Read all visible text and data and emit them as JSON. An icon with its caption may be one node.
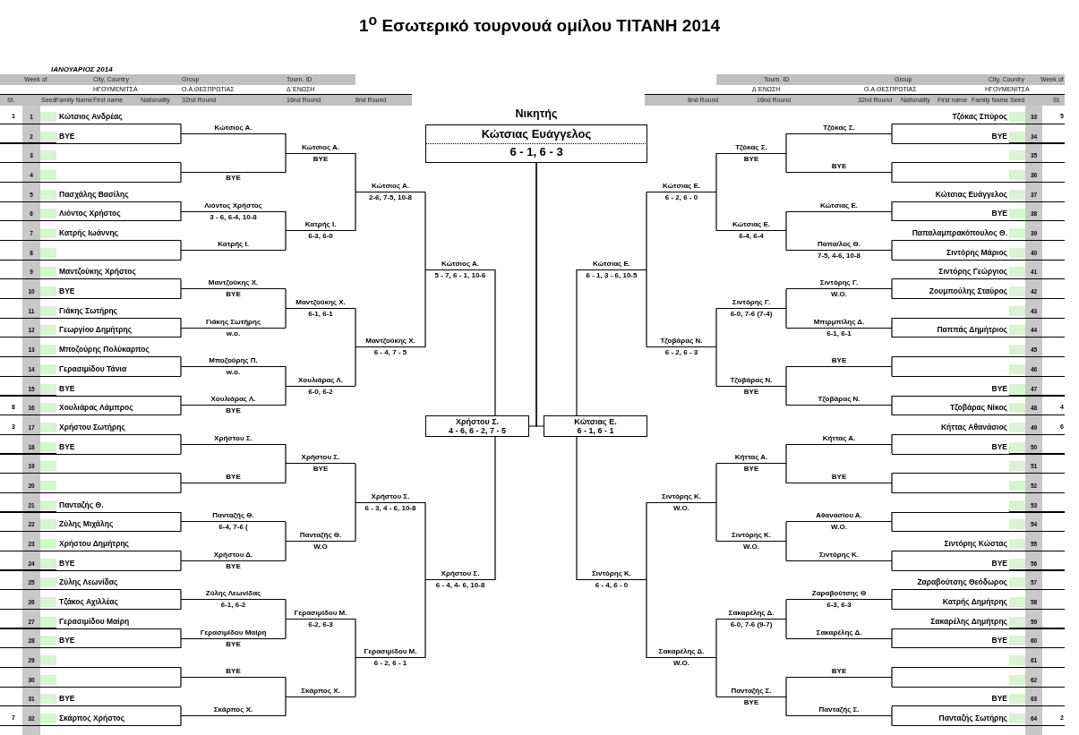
{
  "diagram": {
    "title": "1$^{o}$ Εσωτερικό τουρνουά ομίλου ΤΙΤΑΝΗ 2014",
    "nodes": [
      {
        "text": [
          "Κώτσιος Ανδρέας"
        ],
        "beside": [
          "1",
          "1"
        ]
      },
      {
        "text": [
          "BYE"
        ],
        "beside": [
          "2"
        ]
      },
      {
        "text": [],
        "shape": "line",
        "beside": [
          "3"
        ]
      },
      {
        "text": [],
        "shape": "line",
        "beside": [
          "4"
        ]
      },
      {
        "text": [
          "Πασχάλης Βασίλης"
        ],
        "beside": [
          "5"
        ]
      },
      {
        "text": [
          "Λιόντος Χρήστος"
        ],
        "beside": [
          "6"
        ]
      },
      {
        "text": [
          "Κατρής Ιωάννης"
        ],
        "beside": [
          "7"
        ]
      },
      {
        "text": [],
        "shape": "line",
        "beside": [
          "8"
        ]
      },
      {
        "text": [
          "Μαντζούκης Χρήστος"
        ],
        "beside": [
          "9"
        ]
      },
      {
        "text": [
          "BYE"
        ],
        "beside": [
          "10"
        ]
      },
      {
        "text": [
          "Γιάκης Σωτήρης"
        ],
        "beside": [
          "11"
        ]
      },
      {
        "text": [
          "Γεωργίου Δημήτρης"
        ],
        "beside": [
          "12"
        ]
      },
      {
        "text": [
          "Μποζούρης Πολύκαρπος"
        ],
        "beside": [
          "13"
        ]
      },
      {
        "text": [
          "Γερασιμίδου Τάνια"
        ],
        "beside": [
          "14"
        ]
      },
      {
        "text": [
          "BYE"
        ],
        "beside": [
          "15"
        ]
      },
      {
        "text": [
          "Χουλιάρας Λάμπρος"
        ],
        "beside": [
          "8",
          "16"
        ]
      },
      {
        "text": [
          "Χρήστου Σωτήρης"
        ],
        "beside": [
          "3",
          "17"
        ]
      },
      {
        "text": [
          "BYE"
        ],
        "beside": [
          "18"
        ]
      },
      {
        "text": [],
        "shape": "line",
        "beside": [
          "19"
        ]
      },
      {
        "text": [],
        "shape": "line",
        "beside": [
          "20"
        ]
      },
      {
        "text": [
          "Πανταζής Θ."
        ],
        "beside": [
          "21"
        ]
      },
      {
        "text": [
          "Ζύλης Μιχάλης"
        ],
        "beside": [
          "22"
        ]
      },
      {
        "text": [
          "Χρήστου Δημήτρης"
        ],
        "beside": [
          "23"
        ]
      },
      {
        "text": [
          "BYE"
        ],
        "beside": [
          "24"
        ]
      },
      {
        "text": [
          "Ζύλης Λεωνίδας"
        ],
        "beside": [
          "25"
        ]
      },
      {
        "text": [
          "Τζάκος Αχιλλέας"
        ],
        "beside": [
          "26"
        ]
      },
      {
        "text": [
          "Γερασιμίδου Μαίρη"
        ],
        "beside": [
          "27"
        ]
      },
      {
        "text": [
          "BYE"
        ],
        "beside": [
          "28"
        ]
      },
      {
        "text": [],
        "shape": "line",
        "beside": [
          "29"
        ]
      },
      {
        "text": [],
        "shape": "line",
        "beside": [
          "30"
        ]
      },
      {
        "text": [
          "BYE"
        ],
        "beside": [
          "31"
        ]
      },
      {
        "text": [
          "Σκάρπος Χρήστος"
        ],
        "beside": [
          "7",
          "32"
        ]
      },
      {
        "text": [
          "Κώτσιος Α."
        ]
      },
      {
        "text": [
          "BYE"
        ]
      },
      {
        "text": [
          "Λιόντος Χρήστος",
          "3 - 6, 6-4, 10-8"
        ]
      },
      {
        "text": [
          "Κατρής Ι."
        ]
      },
      {
        "text": [
          "Μαντζούκης Χ.",
          "BYE"
        ]
      },
      {
        "text": [
          "Γιάκης Σωτήρης",
          "w.o."
        ]
      },
      {
        "text": [
          "Μποζούρης Π.",
          "w.o."
        ]
      },
      {
        "text": [
          "Χουλιάρας Λ.",
          "BYE"
        ]
      },
      {
        "text": [
          "Χρήστου Σ."
        ]
      },
      {
        "text": [
          "BYE"
        ]
      },
      {
        "text": [
          "Πανταζής Θ.",
          "6-4, 7-6 ("
        ]
      },
      {
        "text": [
          "Χρήστου Δ.",
          "BYE"
        ]
      },
      {
        "text": [
          "Ζύλης Λεωνίδας",
          "6-1, 6-2"
        ]
      },
      {
        "text": [
          "Γερασιμίδου Μαίρη",
          "BYE"
        ]
      },
      {
        "text": [
          "BYE"
        ]
      },
      {
        "text": [
          "Σκάρπος Χ."
        ]
      },
      {
        "text": [
          "Κώτσιος Α.",
          "BYE"
        ]
      },
      {
        "text": [
          "Κατρής Ι.",
          "6-3, 6-0"
        ]
      },
      {
        "text": [
          "Μαντζούκης Χ.",
          "6-1, 6-1"
        ]
      },
      {
        "text": [
          "Χουλιάρας Λ.",
          "6-0, 6-2"
        ]
      },
      {
        "text": [
          "Χρήστου Σ.",
          "BYE"
        ]
      },
      {
        "text": [
          "Πανταζής Θ.",
          "W.O"
        ]
      },
      {
        "text": [
          "Γερασιμίδου Μ.",
          "6-2, 6-3"
        ]
      },
      {
        "text": [
          "Σκάρπος Χ."
        ]
      },
      {
        "text": [
          "Κώτσιος Α.",
          "2-6, 7-5, 10-8"
        ]
      },
      {
        "text": [
          "Μαντζούκης Χ.",
          "6 - 4, 7 - 5"
        ]
      },
      {
        "text": [
          "Χρήστου Σ.",
          "6 - 3, 4 - 6, 10-8"
        ]
      },
      {
        "text": [
          "Γερασιμίδου Μ.",
          "6 - 2, 6 - 1"
        ]
      },
      {
        "text": [
          "Κώτσιος Α.",
          "5 - 7, 6 - 1, 10-6"
        ]
      },
      {
        "text": [
          "Χρήστου Σ.",
          "6 - 4, 4- 6, 10-8"
        ]
      },
      {
        "text": [
          "Χρήστου Σ.",
          "4 - 6, 6 - 2, 7 - 5"
        ]
      },
      {
        "text": [
          "Νικητής",
          "Κώτσιας Ευάγγελος",
          "6 - 1, 6 - 3"
        ]
      },
      {
        "text": [
          "Κώτσιας Ε.",
          "6 - 1, 6 - 1"
        ]
      },
      {
        "text": [
          "Κώτσιας Ε.",
          "6 - 1, 3 - 6, 10-5"
        ]
      },
      {
        "text": [
          "Σιντόρης Κ.",
          "6 - 4, 6 - 0"
        ]
      },
      {
        "text": [
          "Κώτσιας Ε.",
          "6 - 2, 6 - 0"
        ]
      },
      {
        "text": [
          "Τζοβάρας Ν.",
          "6 - 2, 6 - 3"
        ]
      },
      {
        "text": [
          "Σιντόρης Κ.",
          "W.O."
        ]
      },
      {
        "text": [
          "Σακαρέλης Δ.",
          "W.O."
        ]
      },
      {
        "text": [
          "Τζόκας Σ.",
          "BYE"
        ]
      },
      {
        "text": [
          "Κώτσιας Ε.",
          "6-4, 6-4"
        ]
      },
      {
        "text": [
          "Σιντόρης Γ.",
          "6-0, 7-6 (7-4)"
        ]
      },
      {
        "text": [
          "Τζοβάρας Ν.",
          "BYE"
        ]
      },
      {
        "text": [
          "Κήττας Α.",
          "BYE"
        ]
      },
      {
        "text": [
          "Σιντόρης Κ.",
          "W.O."
        ]
      },
      {
        "text": [
          "Σακαρέλης Δ.",
          "6-0, 7-6 (9-7)"
        ]
      },
      {
        "text": [
          "Πανταζής Σ.",
          "BYE"
        ]
      },
      {
        "text": [
          "Τζόκας Σ."
        ]
      },
      {
        "text": [
          "BYE"
        ]
      },
      {
        "text": [
          "Κώτσιας Ε."
        ]
      },
      {
        "text": [
          "Παπα/λος Θ.",
          "7-5, 4-6, 10-8"
        ]
      },
      {
        "text": [
          "Σιντόρης Γ.",
          "W.O."
        ]
      },
      {
        "text": [
          "Μπιρμπίλης Δ.",
          "6-1, 6-1"
        ]
      },
      {
        "text": [
          "BYE"
        ]
      },
      {
        "text": [
          "Τζοβάρας Ν."
        ]
      },
      {
        "text": [
          "Κήττας Α."
        ]
      },
      {
        "text": [
          "BYE"
        ]
      },
      {
        "text": [
          "Αθανασίου Α.",
          "W.O."
        ]
      },
      {
        "text": [
          "Σιντόρης Κ."
        ]
      },
      {
        "text": [
          "Ζαραβούτσης Θ",
          "6-3, 6-3"
        ]
      },
      {
        "text": [
          "Σακαρέλης Δ."
        ]
      },
      {
        "text": [
          "BYE"
        ]
      },
      {
        "text": [
          "Πανταζής Σ."
        ]
      },
      {
        "text": [
          "Τζόκας Σπύρος"
        ],
        "beside": [
          "33",
          "5"
        ]
      },
      {
        "text": [
          "BYE"
        ],
        "beside": [
          "34"
        ]
      },
      {
        "text": [],
        "shape": "line",
        "beside": [
          "35"
        ]
      },
      {
        "text": [],
        "shape": "line",
        "beside": [
          "36"
        ]
      },
      {
        "text": [
          "Κώτσιας Ευάγγελος"
        ],
        "beside": [
          "37"
        ]
      },
      {
        "text": [
          "BYE"
        ],
        "beside": [
          "38"
        ]
      },
      {
        "text": [
          "Παπαλαμπρακόπουλος Θ."
        ],
        "beside": [
          "39"
        ]
      },
      {
        "text": [
          "Σιντόρης Μάριος"
        ],
        "beside": [
          "40"
        ]
      },
      {
        "text": [
          "Σιντόρης Γεώργιος"
        ],
        "beside": [
          "41"
        ]
      },
      {
        "text": [
          "Ζουμπούλης Σταύρος"
        ],
        "beside": [
          "42"
        ]
      },
      {
        "text": [],
        "shape": "line",
        "beside": [
          "43"
        ]
      },
      {
        "text": [
          "Παππάς Δημήτριος"
        ],
        "beside": [
          "44"
        ]
      },
      {
        "text": [],
        "shape": "line",
        "beside": [
          "45"
        ]
      },
      {
        "text": [],
        "shape": "line",
        "beside": [
          "46"
        ]
      },
      {
        "text": [
          "BYE"
        ],
        "beside": [
          "47"
        ]
      },
      {
        "text": [
          "Τζοβάρας Νίκος"
        ],
        "beside": [
          "48",
          "4"
        ]
      },
      {
        "text": [
          "Κήττας Αθανάσιος"
        ],
        "beside": [
          "49",
          "6"
        ]
      },
      {
        "text": [
          "BYE"
        ],
        "beside": [
          "50"
        ]
      },
      {
        "text": [],
        "shape": "line",
        "beside": [
          "51"
        ]
      },
      {
        "text": [],
        "shape": "line",
        "beside": [
          "52"
        ]
      },
      {
        "text": [],
        "shape": "line",
        "beside": [
          "53"
        ]
      },
      {
        "text": [],
        "shape": "line",
        "beside": [
          "54"
        ]
      },
      {
        "text": [
          "Σιντόρης Κώστας"
        ],
        "beside": [
          "55"
        ]
      },
      {
        "text": [
          "BYE"
        ],
        "beside": [
          "56"
        ]
      },
      {
        "text": [
          "Ζαραβούτσης Θεόδωρος"
        ],
        "beside": [
          "57"
        ]
      },
      {
        "text": [
          "Κατρής Δημήτρης"
        ],
        "beside": [
          "58"
        ]
      },
      {
        "text": [
          "Σακαρέλης Δημήτρης"
        ],
        "beside": [
          "59"
        ]
      },
      {
        "text": [
          "BYE"
        ],
        "beside": [
          "60"
        ]
      },
      {
        "text": [],
        "shape": "line",
        "beside": [
          "61"
        ]
      },
      {
        "text": [],
        "shape": "line",
        "beside": [
          "62"
        ]
      },
      {
        "text": [
          "BYE"
        ],
        "beside": [
          "63"
        ]
      },
      {
        "text": [
          "Πανταζής Σωτήρης"
        ],
        "beside": [
          "64",
          "2"
        ]
      }
    ],
    "edges": [
      {
        "from": 0,
        "to": 32,
        "arrow": "none"
      },
      {
        "from": 1,
        "to": 32,
        "arrow": "none"
      },
      {
        "from": 2,
        "to": 33,
        "arrow": "none"
      },
      {
        "from": 3,
        "to": 33,
        "arrow": "none"
      },
      {
        "from": 4,
        "to": 34,
        "arrow": "none"
      },
      {
        "from": 5,
        "to": 34,
        "arrow": "none"
      },
      {
        "from": 6,
        "to": 35,
        "arrow": "none"
      },
      {
        "from": 7,
        "to": 35,
        "arrow": "none"
      },
      {
        "from": 8,
        "to": 36,
        "arrow": "none"
      },
      {
        "from": 9,
        "to": 36,
        "arrow": "none"
      },
      {
        "from": 10,
        "to": 37,
        "arrow": "none"
      },
      {
        "from": 11,
        "to": 37,
        "arrow": "none"
      },
      {
        "from": 12,
        "to": 38,
        "arrow": "none"
      },
      {
        "from": 13,
        "to": 38,
        "arrow": "none"
      },
      {
        "from": 14,
        "to": 39,
        "arrow": "none"
      },
      {
        "from": 15,
        "to": 39,
        "arrow": "none"
      },
      {
        "from": 16,
        "to": 40,
        "arrow": "none"
      },
      {
        "from": 17,
        "to": 40,
        "arrow": "none"
      },
      {
        "from": 18,
        "to": 41,
        "arrow": "none"
      },
      {
        "from": 19,
        "to": 41,
        "arrow": "none"
      },
      {
        "from": 20,
        "to": 42,
        "arrow": "none"
      },
      {
        "from": 21,
        "to": 42,
        "arrow": "none"
      },
      {
        "from": 22,
        "to": 43,
        "arrow": "none"
      },
      {
        "from": 23,
        "to": 43,
        "arrow": "none"
      },
      {
        "from": 24,
        "to": 44,
        "arrow": "none"
      },
      {
        "from": 25,
        "to": 44,
        "arrow": "none"
      },
      {
        "from": 26,
        "to": 45,
        "arrow": "none"
      },
      {
        "from": 27,
        "to": 45,
        "arrow": "none"
      },
      {
        "from": 28,
        "to": 46,
        "arrow": "none"
      },
      {
        "from": 29,
        "to": 46,
        "arrow": "none"
      },
      {
        "from": 30,
        "to": 47,
        "arrow": "none"
      },
      {
        "from": 31,
        "to": 47,
        "arrow": "none"
      },
      {
        "from": 32,
        "to": 48,
        "arrow": "none"
      },
      {
        "from": 33,
        "to": 48,
        "arrow": "none"
      },
      {
        "from": 34,
        "to": 49,
        "arrow": "none"
      },
      {
        "from": 35,
        "to": 49,
        "arrow": "none"
      },
      {
        "from": 36,
        "to": 50,
        "arrow": "none"
      },
      {
        "from": 37,
        "to": 50,
        "arrow": "none"
      },
      {
        "from": 38,
        "to": 51,
        "arrow": "none"
      },
      {
        "from": 39,
        "to": 51,
        "arrow": "none"
      },
      {
        "from": 40,
        "to": 52,
        "arrow": "none"
      },
      {
        "from": 41,
        "to": 52,
        "arrow": "none"
      },
      {
        "from": 42,
        "to": 53,
        "arrow": "none"
      },
      {
        "from": 43,
        "to": 53,
        "arrow": "none"
      },
      {
        "from": 44,
        "to": 54,
        "arrow": "none"
      },
      {
        "from": 45,
        "to": 54,
        "arrow": "none"
      },
      {
        "from": 46,
        "to": 55,
        "arrow": "none"
      },
      {
        "from": 47,
        "to": 55,
        "arrow": "none"
      },
      {
        "from": 48,
        "to": 56,
        "arrow": "none"
      },
      {
        "from": 49,
        "to": 56,
        "arrow": "none"
      },
      {
        "from": 50,
        "to": 57,
        "arrow": "none"
      },
      {
        "from": 51,
        "to": 57,
        "arrow": "none"
      },
      {
        "from": 52,
        "to": 58,
        "arrow": "none"
      },
      {
        "from": 53,
        "to": 58,
        "arrow": "none"
      },
      {
        "from": 54,
        "to": 59,
        "arrow": "none"
      },
      {
        "from": 55,
        "to": 59,
        "arrow": "none"
      },
      {
        "from": 56,
        "to": 60,
        "arrow": "none"
      },
      {
        "from": 57,
        "to": 60,
        "arrow": "none"
      },
      {
        "from": 58,
        "to": 61,
        "arrow": "none"
      },
      {
        "from": 59,
        "to": 61,
        "arrow": "none"
      },
      {
        "from": 60,
        "to": 62,
        "arrow": "none"
      },
      {
        "from": 61,
        "to": 62,
        "arrow": "none"
      },
      {
        "from": 62,
        "to": 63,
        "arrow": "none"
      },
      {
        "from": 64,
        "to": 63,
        "arrow": "none"
      },
      {
        "from": 65,
        "to": 64,
        "arrow": "none"
      },
      {
        "from": 66,
        "to": 64,
        "arrow": "none"
      },
      {
        "from": 67,
        "to": 65,
        "arrow": "none"
      },
      {
        "from": 68,
        "to": 65,
        "arrow": "none"
      },
      {
        "from": 69,
        "to": 66,
        "arrow": "none"
      },
      {
        "from": 70,
        "to": 66,
        "arrow": "none"
      },
      {
        "from": 71,
        "to": 67,
        "arrow": "none"
      },
      {
        "from": 72,
        "to": 67,
        "arrow": "none"
      },
      {
        "from": 73,
        "to": 68,
        "arrow": "none"
      },
      {
        "from": 74,
        "to": 68,
        "arrow": "none"
      },
      {
        "from": 75,
        "to": 69,
        "arrow": "none"
      },
      {
        "from": 76,
        "to": 69,
        "arrow": "none"
      },
      {
        "from": 77,
        "to": 70,
        "arrow": "none"
      },
      {
        "from": 78,
        "to": 70,
        "arrow": "none"
      },
      {
        "from": 79,
        "to": 71,
        "arrow": "none"
      },
      {
        "from": 80,
        "to": 71,
        "arrow": "none"
      },
      {
        "from": 81,
        "to": 72,
        "arrow": "none"
      },
      {
        "from": 82,
        "to": 72,
        "arrow": "none"
      },
      {
        "from": 83,
        "to": 73,
        "arrow": "none"
      },
      {
        "from": 84,
        "to": 73,
        "arrow": "none"
      },
      {
        "from": 85,
        "to": 74,
        "arrow": "none"
      },
      {
        "from": 86,
        "to": 74,
        "arrow": "none"
      },
      {
        "from": 87,
        "to": 75,
        "arrow": "none"
      },
      {
        "from": 88,
        "to": 75,
        "arrow": "none"
      },
      {
        "from": 89,
        "to": 76,
        "arrow": "none"
      },
      {
        "from": 90,
        "to": 76,
        "arrow": "none"
      },
      {
        "from": 91,
        "to": 77,
        "arrow": "none"
      },
      {
        "from": 92,
        "to": 77,
        "arrow": "none"
      },
      {
        "from": 93,
        "to": 78,
        "arrow": "none"
      },
      {
        "from": 94,
        "to": 78,
        "arrow": "none"
      },
      {
        "from": 95,
        "to": 79,
        "arrow": "none"
      },
      {
        "from": 96,
        "to": 79,
        "arrow": "none"
      },
      {
        "from": 97,
        "to": 80,
        "arrow": "none"
      },
      {
        "from": 98,
        "to": 80,
        "arrow": "none"
      },
      {
        "from": 99,
        "to": 81,
        "arrow": "none"
      },
      {
        "from": 100,
        "to": 81,
        "arrow": "none"
      },
      {
        "from": 101,
        "to": 82,
        "arrow": "none"
      },
      {
        "from": 102,
        "to": 82,
        "arrow": "none"
      },
      {
        "from": 103,
        "to": 83,
        "arrow": "none"
      },
      {
        "from": 104,
        "to": 83,
        "arrow": "none"
      },
      {
        "from": 105,
        "to": 84,
        "arrow": "none"
      },
      {
        "from": 106,
        "to": 84,
        "arrow": "none"
      },
      {
        "from": 107,
        "to": 85,
        "arrow": "none"
      },
      {
        "from": 108,
        "to": 85,
        "arrow": "none"
      },
      {
        "from": 109,
        "to": 86,
        "arrow": "none"
      },
      {
        "from": 110,
        "to": 86,
        "arrow": "none"
      },
      {
        "from": 111,
        "to": 87,
        "arrow": "none"
      },
      {
        "from": 112,
        "to": 87,
        "arrow": "none"
      },
      {
        "from": 113,
        "to": 88,
        "arrow": "none"
      },
      {
        "from": 114,
        "to": 88,
        "arrow": "none"
      },
      {
        "from": 115,
        "to": 89,
        "arrow": "none"
      },
      {
        "from": 116,
        "to": 89,
        "arrow": "none"
      },
      {
        "from": 117,
        "to": 90,
        "arrow": "none"
      },
      {
        "from": 118,
        "to": 90,
        "arrow": "none"
      },
      {
        "from": 119,
        "to": 91,
        "arrow": "none"
      },
      {
        "from": 120,
        "to": 91,
        "arrow": "none"
      },
      {
        "from": 121,
        "to": 92,
        "arrow": "none"
      },
      {
        "from": 122,
        "to": 92,
        "arrow": "none"
      },
      {
        "from": 123,
        "to": 93,
        "arrow": "none"
      },
      {
        "from": 124,
        "to": 93,
        "arrow": "none"
      },
      {
        "from": 125,
        "to": 94,
        "arrow": "none"
      },
      {
        "from": 126,
        "to": 94,
        "arrow": "none"
      }
    ],
    "labels": [
      "ΙΑΝΟΥΑΡΙΟΣ 2014",
      "Week of",
      "City, Country",
      "Group",
      "Tourn. ID",
      "Tourn. ID",
      "Group",
      "City, Country",
      "Week of",
      "ΗΓΟΥΜΕΝΙΤΣΑ",
      "Ο.Α.ΘΕΣΠΡΩΤΙΑΣ",
      "Δ΄ΕΝΩΣΗ",
      "Δ΄ΕΝΩΣΗ",
      "Ο.Α.ΘΕΣΠΡΩΤΙΑΣ",
      "ΗΓΟΥΜΕΝΙΤΣΑ",
      "St.",
      "Seed",
      "Family Name",
      "First name",
      "Nationality",
      "32nd Round",
      "16nd Round",
      "8nd Round",
      "8nd Round",
      "16nd Round",
      "32nd Round",
      "Nationality",
      "First name",
      "Family Name",
      "Seed",
      "St."
    ]
  }
}
